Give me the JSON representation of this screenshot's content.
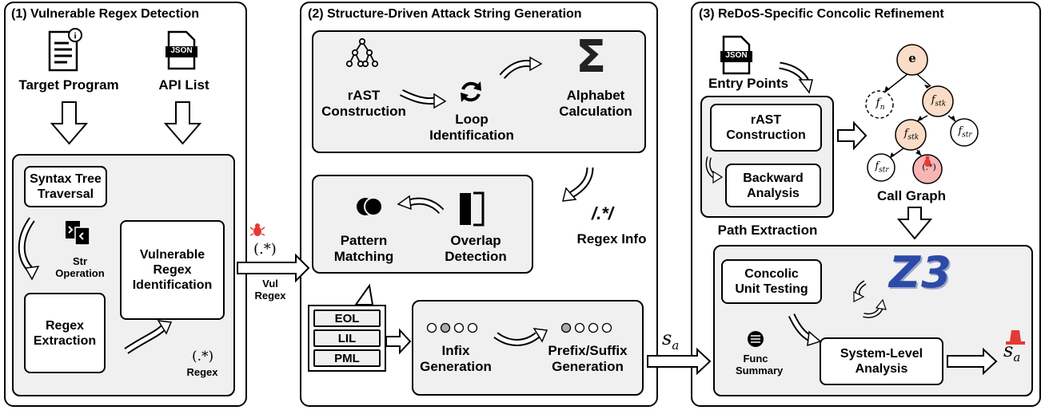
{
  "panel1": {
    "title": "(1) Vulnerable Regex Detection",
    "target_program": "Target Program",
    "api_list": "API List",
    "json_badge": "JSON",
    "syntax_tree": "Syntax Tree\nTraversal",
    "str_operation": "Str\nOperation",
    "regex_extraction": "Regex\nExtraction",
    "vuln_identification": "Vulnerable\nRegex\nIdentification",
    "regex_symbol": "(.*)",
    "regex_label": "Regex"
  },
  "between12": {
    "regex_symbol": "(.*)",
    "label": "Vul\nRegex"
  },
  "panel2": {
    "title": "(2) Structure-Driven Attack String Generation",
    "rast": "rAST\nConstruction",
    "loop": "Loop\nIdentification",
    "alphabet": "Alphabet\nCalculation",
    "sigma": "Σ",
    "pattern": "Pattern\nMatching",
    "overlap": "Overlap\nDetection",
    "regex_info_symbol": "/.*/",
    "regex_info": "Regex Info",
    "eol": "EOL",
    "lil": "LIL",
    "pml": "PML",
    "infix": "Infix\nGeneration",
    "prefix": "Prefix/Suffix\nGeneration"
  },
  "between23": {
    "sa": "s",
    "sa_sub": "a"
  },
  "panel3": {
    "title": "(3) ReDoS-Specific Concolic Refinement",
    "entry": "Entry Points",
    "json_badge": "JSON",
    "rast": "rAST\nConstruction",
    "backward": "Backward\nAnalysis",
    "path_extraction": "Path Extraction",
    "call_graph": "Call Graph",
    "node_e": "e",
    "node_fn": "f",
    "node_fn_sub": "n",
    "node_fstk": "f",
    "node_fstk_sub": "stk",
    "node_fstr": "f",
    "node_fstr_sub": "str",
    "node_vul": "(.*)",
    "concolic": "Concolic\nUnit Testing",
    "z3": "Z3",
    "func_summary": "Func\nSummary",
    "system_level": "System-Level\nAnalysis",
    "out_sa": "s",
    "out_sa_sub": "a"
  }
}
